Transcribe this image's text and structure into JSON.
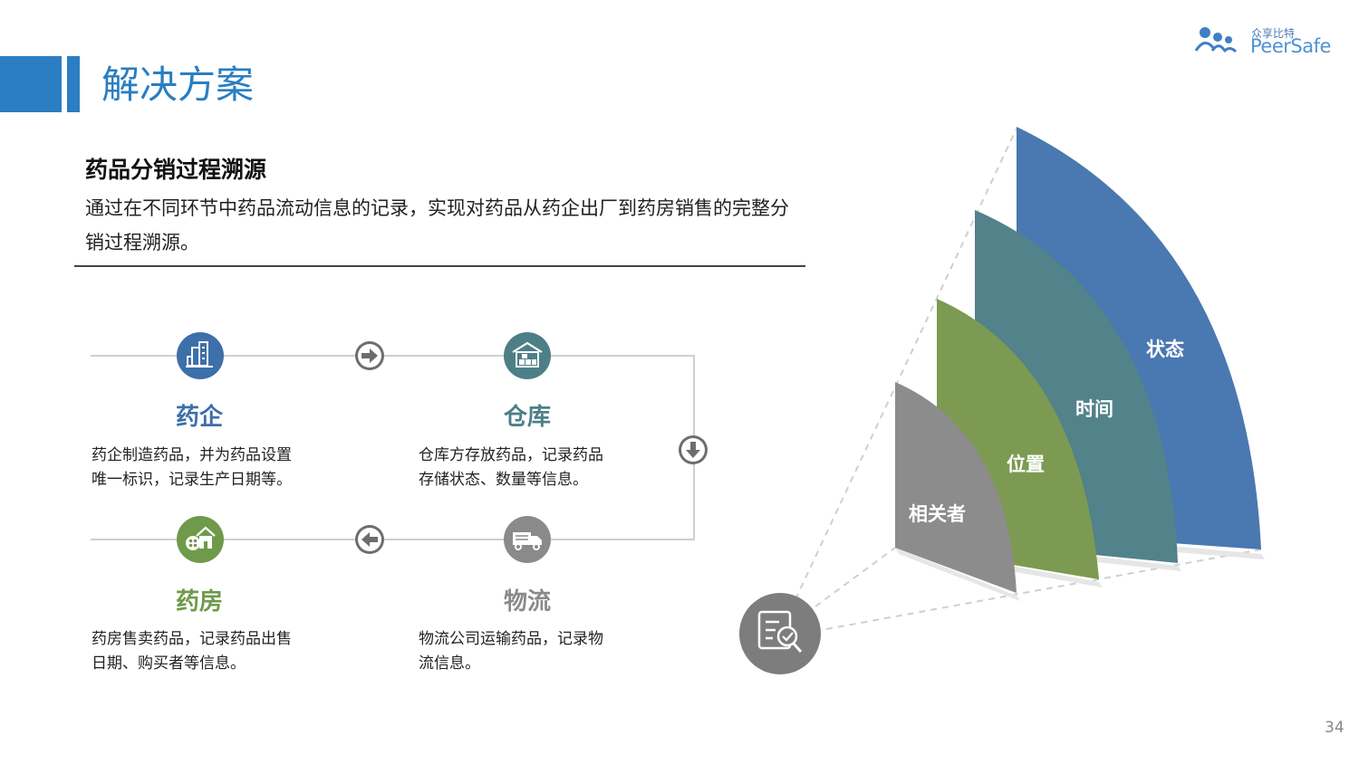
{
  "header": {
    "title": "解决方案"
  },
  "logo": {
    "cn": "众享比特",
    "en": "PeerSafe"
  },
  "section": {
    "title": "药品分销过程溯源",
    "description": "通过在不同环节中药品流动信息的记录，实现对药品从药企出厂到药房销售的完整分销过程溯源。"
  },
  "flow": {
    "nodes": [
      {
        "title": "药企",
        "desc_line1": "药企制造药品，并为药品设置",
        "desc_line2": "唯一标识，记录生产日期等。",
        "color": "#3d6fa8",
        "icon": "factory-icon"
      },
      {
        "title": "仓库",
        "desc_line1": "仓库方存放药品，记录药品",
        "desc_line2": "存储状态、数量等信息。",
        "color": "#4d7f87",
        "icon": "warehouse-icon"
      },
      {
        "title": "物流",
        "desc_line1": "物流公司运输药品，记录物",
        "desc_line2": "流信息。",
        "color": "#8a8a8a",
        "icon": "truck-icon"
      },
      {
        "title": "药房",
        "desc_line1": "药房售卖药品，记录药品出售",
        "desc_line2": "日期、购买者等信息。",
        "color": "#6f9a4a",
        "icon": "pharmacy-icon"
      }
    ]
  },
  "fan": {
    "labels": [
      "状态",
      "时间",
      "位置",
      "相关者"
    ],
    "colors": [
      "#4a78b0",
      "#52828a",
      "#7c9a52",
      "#8c8c8c"
    ],
    "icon": "document-check-icon"
  },
  "page_number": "34"
}
